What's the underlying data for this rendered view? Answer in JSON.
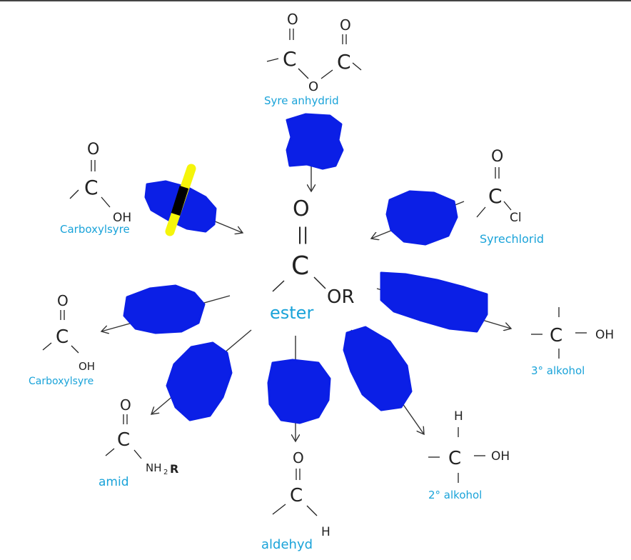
{
  "colors": {
    "ink": "#222222",
    "label": "#1aa3d9",
    "scribble": "#0b1fe6",
    "highlight": "#f5f50a"
  },
  "center": {
    "o": "O",
    "bond": "||",
    "c": "C",
    "or": "OR",
    "label": "ester"
  },
  "anhydride": {
    "o1": "O",
    "o2": "O",
    "c1": "C",
    "c2": "C",
    "o_bridge": "O",
    "label": "Syre anhydrid"
  },
  "acid_chloride": {
    "o": "O",
    "c": "C",
    "cl": "Cl",
    "label": "Syrechlorid"
  },
  "carboxylic_top": {
    "o": "O",
    "c": "C",
    "oh": "OH",
    "label": "Carboxylsyre"
  },
  "carboxylic_bottom": {
    "o": "O",
    "c": "C",
    "oh": "OH",
    "label": "Carboxylsyre"
  },
  "amide": {
    "o": "O",
    "c": "C",
    "nh2": "NH",
    "sub": "2",
    "r": "R",
    "label": "amid"
  },
  "aldehyde": {
    "o": "O",
    "c": "C",
    "h": "H",
    "label": "aldehyd"
  },
  "tertiary_alcohol": {
    "c": "C",
    "oh": "OH",
    "label": "3° alkohol"
  },
  "secondary_alcohol": {
    "h": "H",
    "c": "C",
    "oh": "OH",
    "label": "2° alkohol"
  }
}
